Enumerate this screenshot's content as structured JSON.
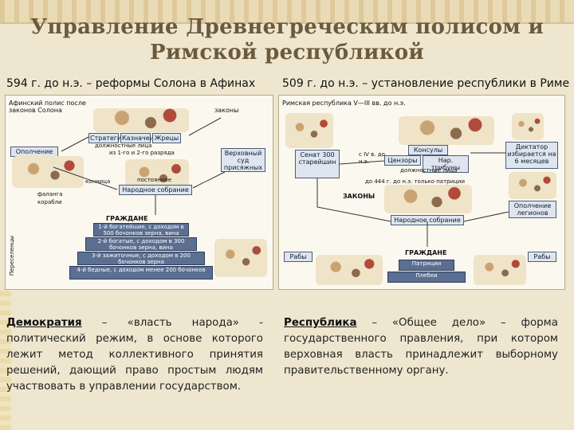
{
  "slide": {
    "title": "Управление Древнегреческим полисом и Римской республикой"
  },
  "left": {
    "heading": "594 г. до н.э. – реформы Солона в Афинах",
    "diagram": {
      "caption": "Афинский полис после законов Солона",
      "laws": "законы",
      "officials": [
        "Стратеги",
        "Казначеи",
        "Жрецы"
      ],
      "officials_note": "должностные лица",
      "elected_note": "из 1-го и 2-го разряда",
      "fleet": "Ополчение",
      "fleet_sub": "конница",
      "ships": "корабли",
      "phalanx": "фаланга",
      "council": "постоянное",
      "assembly": "Народное собрание",
      "court": "Верховный суд присяжных",
      "citizens": "ГРАЖДАНЕ",
      "slaves": "Переселенцы",
      "classes": [
        "1-й богатейшие, с доходом в 500 бочонков зерна, вина",
        "2-й богатые, с доходом в 300 бочонков зерна, вина",
        "3-й зажиточные, с доходом в 200 бочонков зерна",
        "4-й бедные, с доходом менее 200 бочонков"
      ]
    },
    "term": "Демократия",
    "definition": " – «власть народа» - политический режим, в основе которого лежит метод коллективного принятия решений, дающий право простым людям участвовать в управлении государством."
  },
  "right": {
    "heading": "509 г. до н.э. – установление республики в Риме",
    "diagram": {
      "caption": "Римская республика V—III вв. до н.э.",
      "senate": "Сенат 300 старейшин",
      "consuls": "Консулы",
      "censors": "Цензоры",
      "tribunes": "Нар. трибуны",
      "officials_note": "должностные лица",
      "before_note": "с IV в. до н.э.",
      "patrician_note": "до 444 г. до н.э. только патриции",
      "laws": "ЗАКОНЫ",
      "assembly": "Народное собрание",
      "dictator": "Диктатор избирается на 6 месяцев",
      "legions": "Ополчение легионов",
      "slaves_left": "Рабы",
      "slaves_right": "Рабы",
      "citizens": "ГРАЖДАНЕ",
      "patricians": "Патриции",
      "plebs": "Плебеи"
    },
    "term": "Республика",
    "definition": " – «Общее дело» – форма государственного правления, при котором верховная власть принадлежит выборному правительственному органу."
  }
}
